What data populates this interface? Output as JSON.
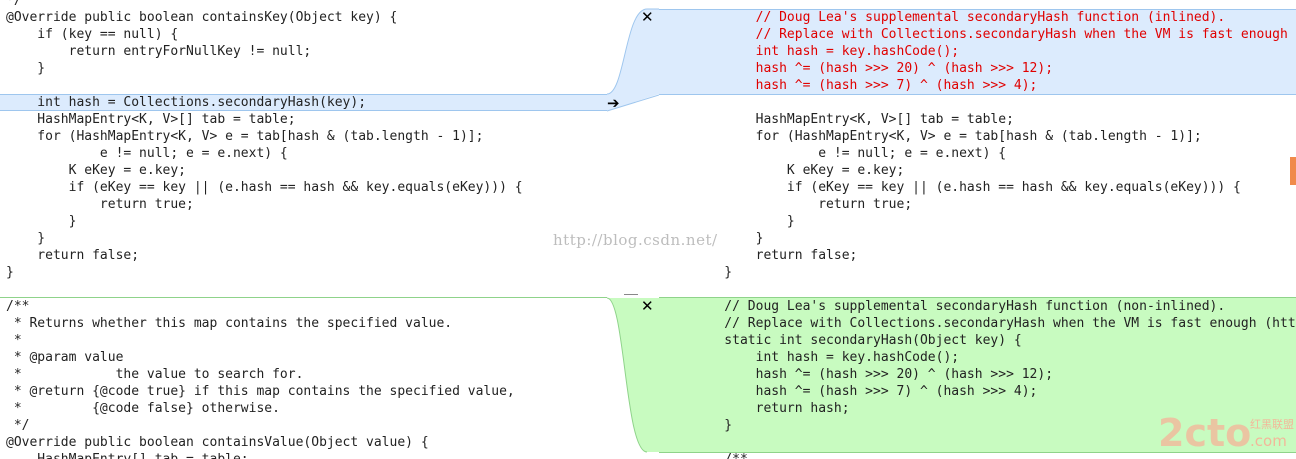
{
  "left": {
    "block1": [
      "*/",
      "@Override public boolean containsKey(Object key) {",
      "    if (key == null) {",
      "        return entryForNullKey != null;",
      "    }",
      "",
      "    int hash = Collections.secondaryHash(key);",
      "    HashMapEntry<K, V>[] tab = table;",
      "    for (HashMapEntry<K, V> e = tab[hash & (tab.length - 1)];",
      "            e != null; e = e.next) {",
      "        K eKey = e.key;",
      "        if (eKey == key || (e.hash == hash && key.equals(eKey))) {",
      "            return true;",
      "        }",
      "    }",
      "    return false;",
      "}"
    ],
    "block2": [
      "/**",
      " * Returns whether this map contains the specified value.",
      " *",
      " * @param value",
      " *            the value to search for.",
      " * @return {@code true} if this map contains the specified value,",
      " *         {@code false} otherwise.",
      " */",
      "@Override public boolean containsValue(Object value) {",
      "    HashMapEntry[] tab = table;"
    ]
  },
  "right": {
    "changed": [
      "        // Doug Lea's supplemental secondaryHash function (inlined).",
      "        // Replace with Collections.secondaryHash when the VM is fast enough (ht",
      "        int hash = key.hashCode();",
      "        hash ^= (hash >>> 20) ^ (hash >>> 12);",
      "        hash ^= (hash >>> 7) ^ (hash >>> 4);"
    ],
    "common": [
      "        HashMapEntry<K, V>[] tab = table;",
      "        for (HashMapEntry<K, V> e = tab[hash & (tab.length - 1)];",
      "                e != null; e = e.next) {",
      "            K eKey = e.key;",
      "            if (eKey == key || (e.hash == hash && key.equals(eKey))) {",
      "                return true;",
      "            }",
      "        }",
      "        return false;",
      "    }"
    ],
    "inserted": [
      "    // Doug Lea's supplemental secondaryHash function (non-inlined).",
      "    // Replace with Collections.secondaryHash when the VM is fast enough (http:/",
      "    static int secondaryHash(Object key) {",
      "        int hash = key.hashCode();",
      "        hash ^= (hash >>> 20) ^ (hash >>> 12);",
      "        hash ^= (hash >>> 7) ^ (hash >>> 4);",
      "        return hash;",
      "    }",
      "",
      "    /**"
    ]
  },
  "markers": {
    "delete_symbol": "✕",
    "arrow_symbol": "➔"
  },
  "watermark": {
    "url": "http://blog.csdn.net/",
    "logo_text": "2cto",
    "logo_suffix": ".com",
    "logo_cn": "红黑联盟"
  },
  "colors": {
    "changed_bg": "#dcebfd",
    "inserted_bg": "#c8fbc0",
    "deleted_text": "#e00000"
  }
}
